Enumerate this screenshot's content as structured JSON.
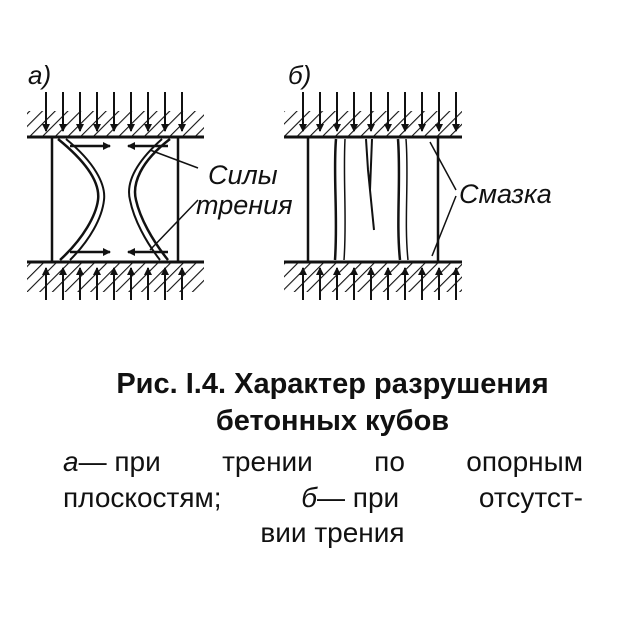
{
  "panels": {
    "a": {
      "letter": "а)",
      "label_line1": "Силы",
      "label_line2": "трения"
    },
    "b": {
      "letter": "б)",
      "label": "Смазка"
    }
  },
  "caption": {
    "title": "Рис. I.4. Характер разрушения",
    "subtitle": "бетонных кубов",
    "a_letter": "а",
    "a_text_1": "— при",
    "a_text_2": "трении",
    "a_text_3": "по",
    "a_text_4": "опорным",
    "b_text_0": "плоскостям;",
    "b_letter": "б",
    "b_text_1": "— при",
    "b_text_2": "отсутст-",
    "c_text": "вии трения"
  }
}
